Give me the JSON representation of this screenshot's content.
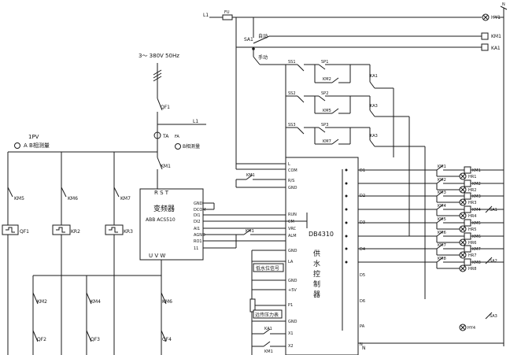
{
  "supply": {
    "voltage": "3～ 380V 50Hz",
    "main_breaker": "QF1",
    "line": "L1",
    "ct": "TA",
    "phase": "FA",
    "ammeter_label": "B相测量"
  },
  "left_meter": {
    "id": "1PV",
    "label": "A B相测量"
  },
  "control_line": {
    "l1": "L1",
    "fuse": "FU"
  },
  "selector": {
    "id": "SA1",
    "auto": "自动",
    "manual": "手动"
  },
  "top_indicators": [
    "HY1",
    "KM1",
    "KA1"
  ],
  "pump_controls": [
    {
      "start": "SS1",
      "stop": "SP1",
      "contact": "KM2",
      "relay": "KA1"
    },
    {
      "start": "SS2",
      "stop": "SP2",
      "contact": "KM5",
      "relay": "KA3"
    },
    {
      "start": "SS3",
      "stop": "SP3",
      "contact": "KM7",
      "relay": "KA3"
    }
  ],
  "vfd": {
    "terminals": "R  S  T",
    "name": "变频器",
    "model": "ABB ACS510",
    "output": "U  V  W",
    "pins": [
      "GND",
      "DCOM",
      "DI1",
      "DI2",
      "AI1",
      "AGND",
      "RO1",
      "11"
    ]
  },
  "controller": {
    "model": "DB4310",
    "title": "供水控制器",
    "left_pins": [
      "L",
      "COM",
      "R/S",
      "GND",
      "RUN",
      "CM",
      "VRC",
      "ALM",
      "GND",
      "LA",
      "GND",
      "+5V",
      "P1",
      "GND",
      "X1",
      "X2"
    ],
    "right_pins": [
      "D1",
      "D2",
      "D3",
      "D4",
      "D5",
      "D6",
      "PA",
      "N"
    ]
  },
  "controller_contacts": [
    "KM1",
    "KM1"
  ],
  "sensors": {
    "low_water": "低水位信号",
    "pressure": "远传压力表"
  },
  "bottom_switches": [
    "KA1",
    "KM1"
  ],
  "contactors_top": [
    "KM5",
    "KM6",
    "KM7"
  ],
  "breakers_mid": [
    "QF1",
    "KR2",
    "KR3"
  ],
  "contactors_bottom": [
    "KM2",
    "KM4",
    "KM6"
  ],
  "breakers_bottom": [
    "QF2",
    "QF3",
    "QF4"
  ],
  "outputs": [
    {
      "km": "KM1",
      "relay": "KM1",
      "lamp": "HR1"
    },
    {
      "km": "KM2",
      "relay": "KM2",
      "lamp": "HR2"
    },
    {
      "km": "KM3",
      "relay": "KM3",
      "lamp": "HR3"
    },
    {
      "km": "KM4",
      "relay": "KM4",
      "lamp": "HR4"
    },
    {
      "km": "KM5",
      "relay": "KM5",
      "lamp": "HR5"
    },
    {
      "km": "KM6",
      "relay": "KM6",
      "lamp": "HR6"
    },
    {
      "km": "KM7",
      "relay": "KM7",
      "lamp": "HR7"
    },
    {
      "km": "KM8",
      "relay": "KM8",
      "lamp": "HR8"
    }
  ],
  "side_switches": [
    "SA1",
    "SA2",
    "SA3"
  ],
  "alarm_lamp": "HY4",
  "neutral": "N"
}
